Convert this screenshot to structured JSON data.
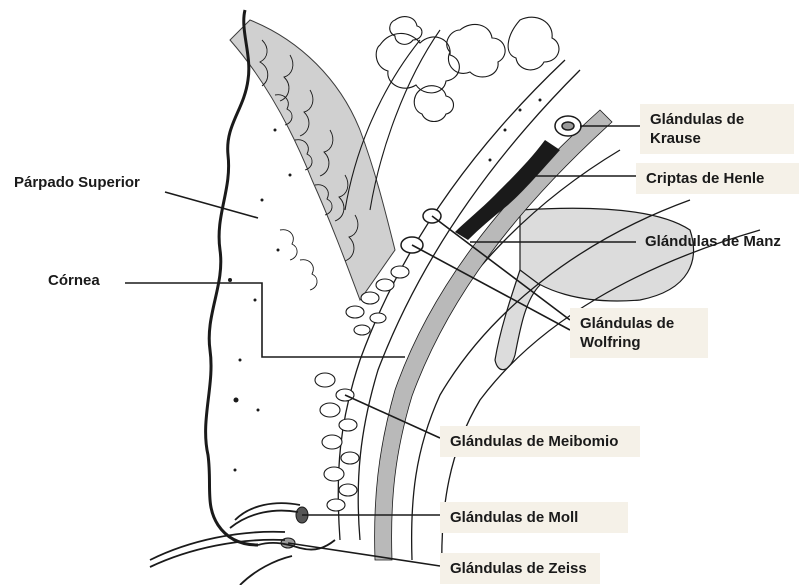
{
  "diagram": {
    "labels": {
      "parpado_superior": "Párpado Superior",
      "cornea": "Córnea",
      "krause_1": "Glándulas de",
      "krause_2": "Krause",
      "henle": "Criptas de Henle",
      "manz": "Glándulas de Manz",
      "wolfring_1": "Glándulas de",
      "wolfring_2": "Wolfring",
      "meibomio": "Glándulas de Meibomio",
      "moll": "Glándulas de Moll",
      "zeiss": "Glándulas de Zeiss"
    },
    "colors": {
      "ink": "#1a1a1a",
      "label_box": "#f5f1e8",
      "tissue_gray": "#b8b8b8",
      "tissue_light": "#e2e2e2",
      "cavity": "#d9d9d9",
      "background": "#ffffff"
    }
  }
}
